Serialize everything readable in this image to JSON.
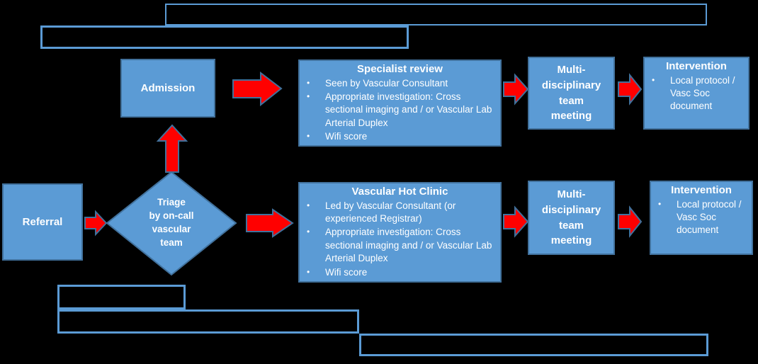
{
  "colors": {
    "background": "#000000",
    "node_fill": "#5B9BD5",
    "node_border": "#41719C",
    "outline_box_border": "#5B9BD5",
    "arrow_fill": "#FF0000",
    "arrow_border": "#41719C",
    "text": "#FFFFFF"
  },
  "diagram": {
    "referral": {
      "label": "Referral"
    },
    "triage": {
      "label": "Triage\nby on-call\nvascular\nteam"
    },
    "admission": {
      "label": "Admission"
    },
    "specialist_review": {
      "title": "Specialist review",
      "bullets": [
        "Seen by Vascular Consultant",
        "Appropriate investigation: Cross sectional imaging and / or Vascular Lab Arterial Duplex",
        "Wifi score"
      ]
    },
    "hot_clinic": {
      "title": "Vascular Hot Clinic",
      "bullets": [
        "Led by Vascular Consultant (or experienced Registrar)",
        "Appropriate investigation: Cross sectional imaging and / or Vascular Lab Arterial Duplex",
        "Wifi score"
      ]
    },
    "mdt_top": {
      "label": "Multi-\ndisciplinary\nteam\nmeeting"
    },
    "mdt_bottom": {
      "label": "Multi-\ndisciplinary\nteam\nmeeting"
    },
    "intervention_top": {
      "title": "Intervention",
      "bullets": [
        "Local protocol / Vasc Soc document"
      ]
    },
    "intervention_bottom": {
      "title": "Intervention",
      "bullets": [
        "Local protocol / Vasc Soc document"
      ]
    }
  }
}
